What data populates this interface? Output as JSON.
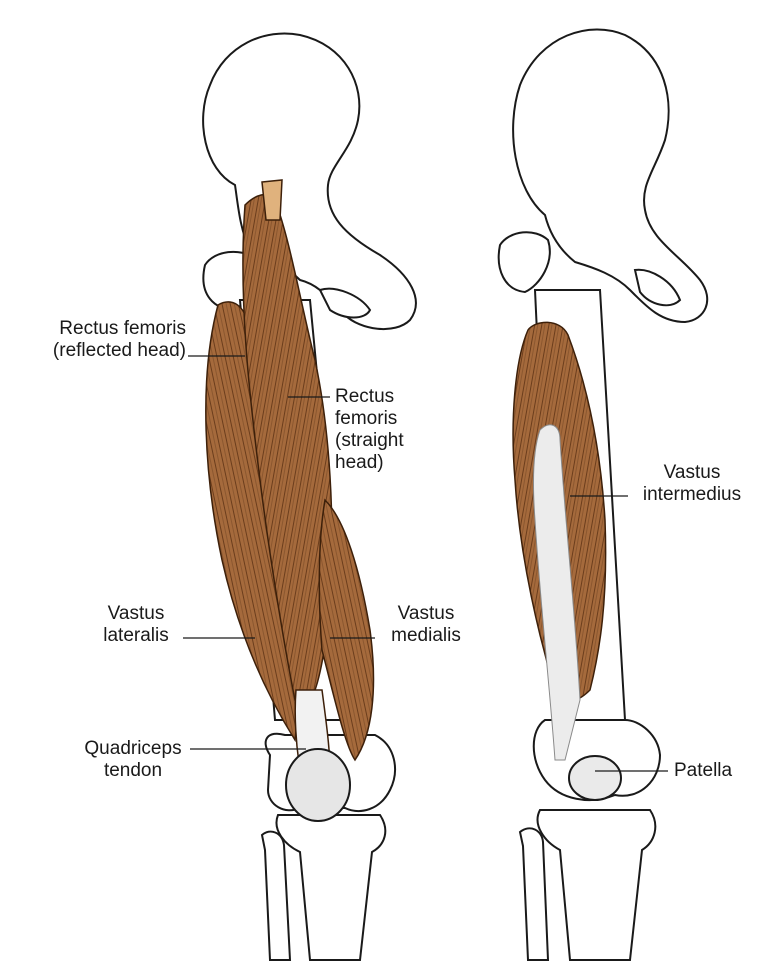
{
  "labels": {
    "rectus_femoris_reflected": [
      "Rectus femoris",
      "(reflected head)"
    ],
    "rectus_femoris_straight": [
      "Rectus",
      "femoris",
      "(straight",
      "head)"
    ],
    "vastus_lateralis": [
      "Vastus",
      "lateralis"
    ],
    "vastus_medialis": [
      "Vastus",
      "medialis"
    ],
    "quadriceps_tendon": [
      "Quadriceps",
      "tendon"
    ],
    "vastus_intermedius": [
      "Vastus",
      "intermedius"
    ],
    "patella": "Patella"
  },
  "colors": {
    "muscle": "#a56a3c",
    "muscle_dark": "#5b3213",
    "bone_outline": "#1a1a1a",
    "bone_fill": "#ffffff",
    "tendon": "#e8e8e8"
  }
}
